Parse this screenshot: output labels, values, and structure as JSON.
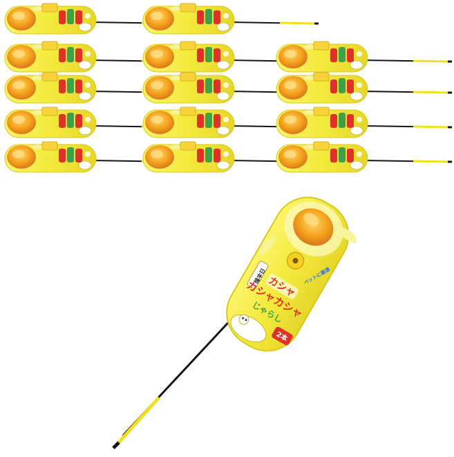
{
  "product": {
    "brand_text": "カシャ",
    "name_text": "カシャカシャ",
    "sub_text": "じゃらし",
    "badge_text": "2本",
    "side_note": "日本製",
    "corner_note": "ペットに最適",
    "colors": {
      "package": "#f3ea3c",
      "package_edge": "#d8c81a",
      "ball": "#f4a21c",
      "title_red": "#e0302a",
      "title_green": "#3ea14a",
      "wand": "#141414",
      "handle": "#f0e020"
    }
  },
  "grid": {
    "rows": 5,
    "columns": 3,
    "missing_slots": [
      2
    ],
    "visible_count": 14
  },
  "hero": {
    "description_visible": false
  }
}
